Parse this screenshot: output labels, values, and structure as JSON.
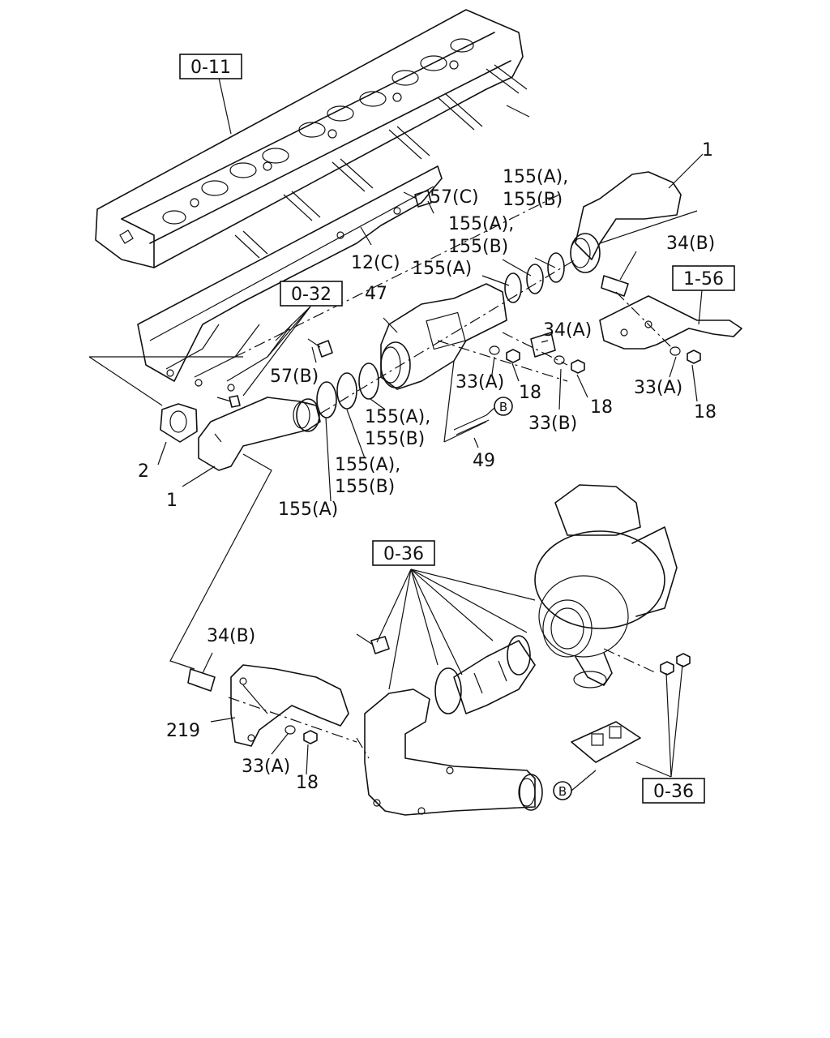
{
  "references": [
    {
      "id": "ref-0-11",
      "text": "0-11"
    },
    {
      "id": "ref-0-32",
      "text": "0-32"
    },
    {
      "id": "ref-1-56",
      "text": "1-56"
    },
    {
      "id": "ref-0-36-top",
      "text": "0-36"
    },
    {
      "id": "ref-0-36-bottom",
      "text": "0-36"
    }
  ],
  "callouts": {
    "c1_top": "1",
    "c1_left": "1",
    "c2": "2",
    "c12c": "12(C)",
    "c57c": "57(C)",
    "c57b": "57(B)",
    "c47": "47",
    "c49": "49",
    "c34b_right": "34(B)",
    "c34a": "34(A)",
    "c34b_low": "34(B)",
    "c155ab_1a": "155(A),",
    "c155ab_1b": "155(B)",
    "c155ab_2a": "155(A),",
    "c155ab_2b": "155(B)",
    "c155a_top": "155(A)",
    "c155ab_3a": "155(A),",
    "c155ab_3b": "155(B)",
    "c155ab_4a": "155(A),",
    "c155ab_4b": "155(B)",
    "c155a_low": "155(A)",
    "c33a_mid": "33(A)",
    "c18_mid": "18",
    "c33b": "33(B)",
    "c18_right": "18",
    "c33a_right": "33(A)",
    "c18_far": "18",
    "c219": "219",
    "c33a_low": "33(A)",
    "c18_low": "18"
  },
  "markers": {
    "b_upper": "B",
    "b_lower": "B"
  }
}
